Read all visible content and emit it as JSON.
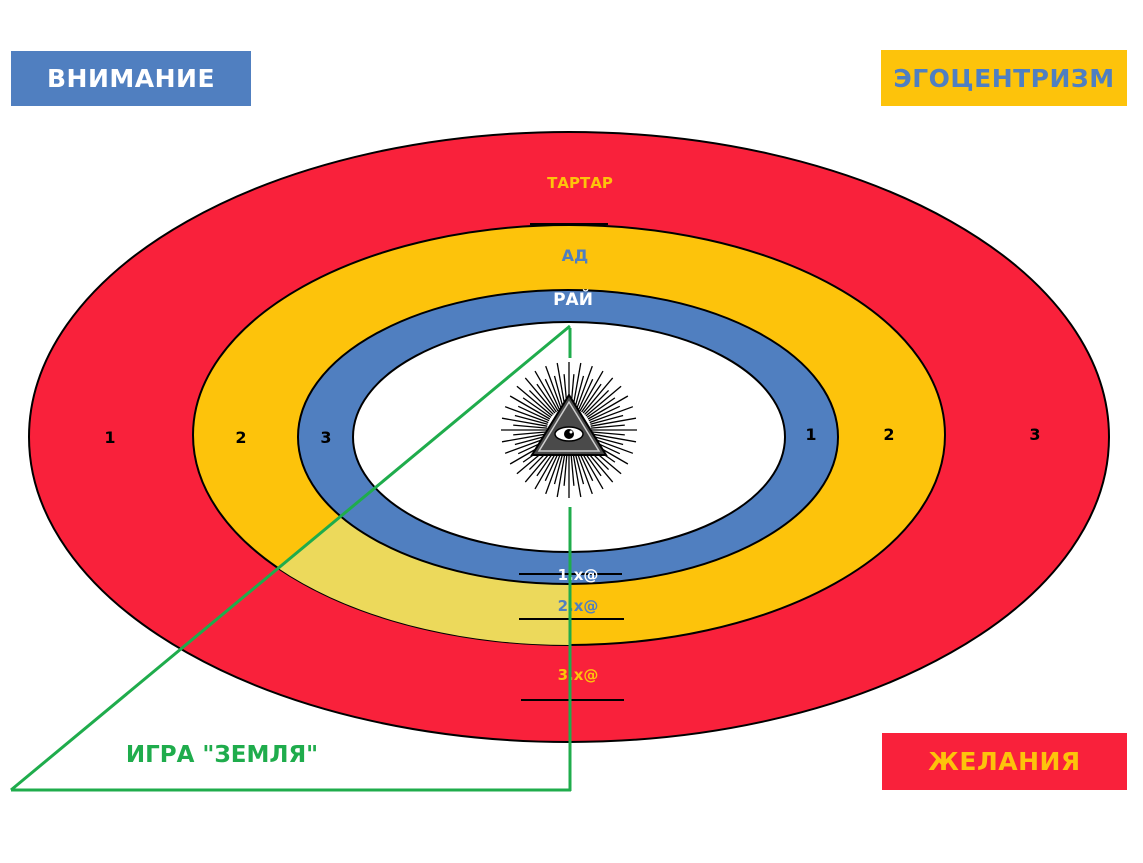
{
  "colors": {
    "red": "#f9213b",
    "yellow": "#fdc30b",
    "blue": "#507fc0",
    "white": "#ffffff",
    "green": "#1fac4c",
    "pale_yellow": "#ecd95b",
    "black": "#000000"
  },
  "corner_boxes": {
    "vnimanie": "ВНИМАНИЕ",
    "egocentrism": "ЭГОЦЕНТРИЗМ",
    "zhelaniya": "ЖЕЛАНИЯ"
  },
  "rings": {
    "outer": "ТАРТАР",
    "middle": "АД",
    "inner": "РАЙ"
  },
  "levels": {
    "left": [
      "1",
      "2",
      "3"
    ],
    "right": [
      "1",
      "2",
      "3"
    ]
  },
  "multipliers": [
    "1.x@",
    "2.x@",
    "3.x@"
  ],
  "game_label": "ИГРА \"ЗЕМЛЯ\"",
  "center_icon": "all-seeing-eye-icon"
}
